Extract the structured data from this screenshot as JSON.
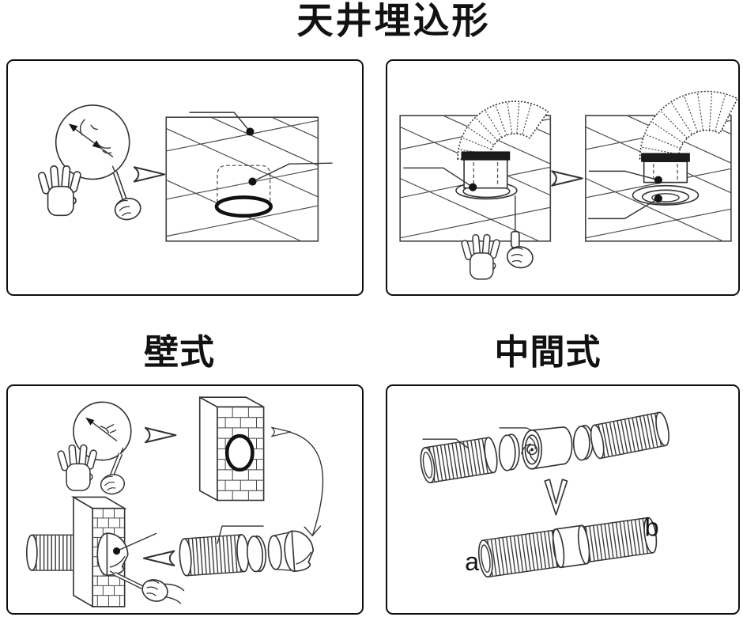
{
  "sections": {
    "ceiling_recessed": {
      "title": "天井埋込形"
    },
    "wall_mounted": {
      "title": "壁式"
    },
    "inline": {
      "title": "中間式",
      "labels": {
        "a": "a",
        "b": "b"
      }
    }
  },
  "colors": {
    "background": "#ffffff",
    "line": "#333333",
    "panel_border": "#0f0f0f",
    "callout_dot": "#141414",
    "flange_fill": "#1b1b1b",
    "text": "#111111"
  },
  "icons": {
    "arrow_right": "chevron-arrow-right",
    "arrow_left": "chevron-arrow-left",
    "arrow_down": "v-arrow-down",
    "curved_arrow": "curved-arc-arrow",
    "callout_dot": "filled-dot",
    "magnifier": "circle-detail-view"
  }
}
